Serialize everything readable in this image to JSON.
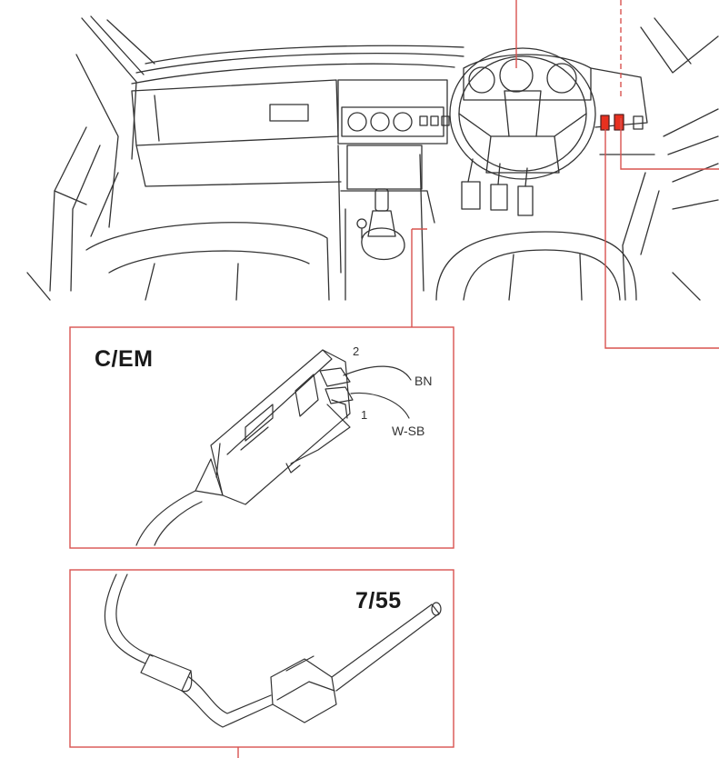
{
  "colors": {
    "callout_line": "#d9534f",
    "highlight": "#e8301f",
    "line_art": "#333333",
    "background": "#ffffff"
  },
  "panel_connector": {
    "title": "C/EM",
    "pin_top": "2",
    "pin_bottom": "1",
    "wire_top": "BN",
    "wire_bottom": "W-SB"
  },
  "panel_sensor": {
    "code": "7/55"
  }
}
